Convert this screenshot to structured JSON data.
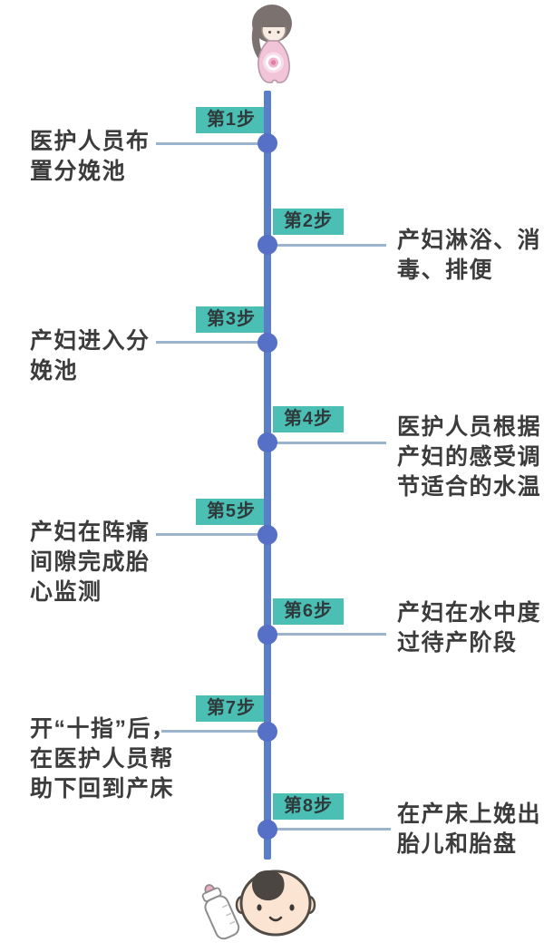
{
  "colors": {
    "background": "#ffffff",
    "timeline_line": "#5b7ec9",
    "timeline_dot": "#5570c6",
    "step_label_bg": "#4cbfb4",
    "step_label_text": "#2e3a3c",
    "body_text": "#3c3c3c",
    "connector": "#9cb3cd"
  },
  "icons": {
    "top": "pregnant-woman-icon",
    "bottom_left": "milk-bottle-icon",
    "bottom_right": "baby-face-icon"
  },
  "timeline": {
    "steps": [
      {
        "label": "第1步",
        "side": "left",
        "text": "医护人员布\n置分娩池"
      },
      {
        "label": "第2步",
        "side": "right",
        "text": "产妇淋浴、消\n毒、排便"
      },
      {
        "label": "第3步",
        "side": "left",
        "text": "产妇进入分\n娩池"
      },
      {
        "label": "第4步",
        "side": "right",
        "text": "医护人员根据\n产妇的感受调\n节适合的水温"
      },
      {
        "label": "第5步",
        "side": "left",
        "text": "产妇在阵痛\n间隙完成胎\n心监测"
      },
      {
        "label": "第6步",
        "side": "right",
        "text": "产妇在水中度\n过待产阶段"
      },
      {
        "label": "第7步",
        "side": "left",
        "text": "开“十指”后，\n在医护人员帮\n助下回到产床"
      },
      {
        "label": "第8步",
        "side": "right",
        "text": "在产床上娩出\n胎儿和胎盘"
      }
    ]
  }
}
